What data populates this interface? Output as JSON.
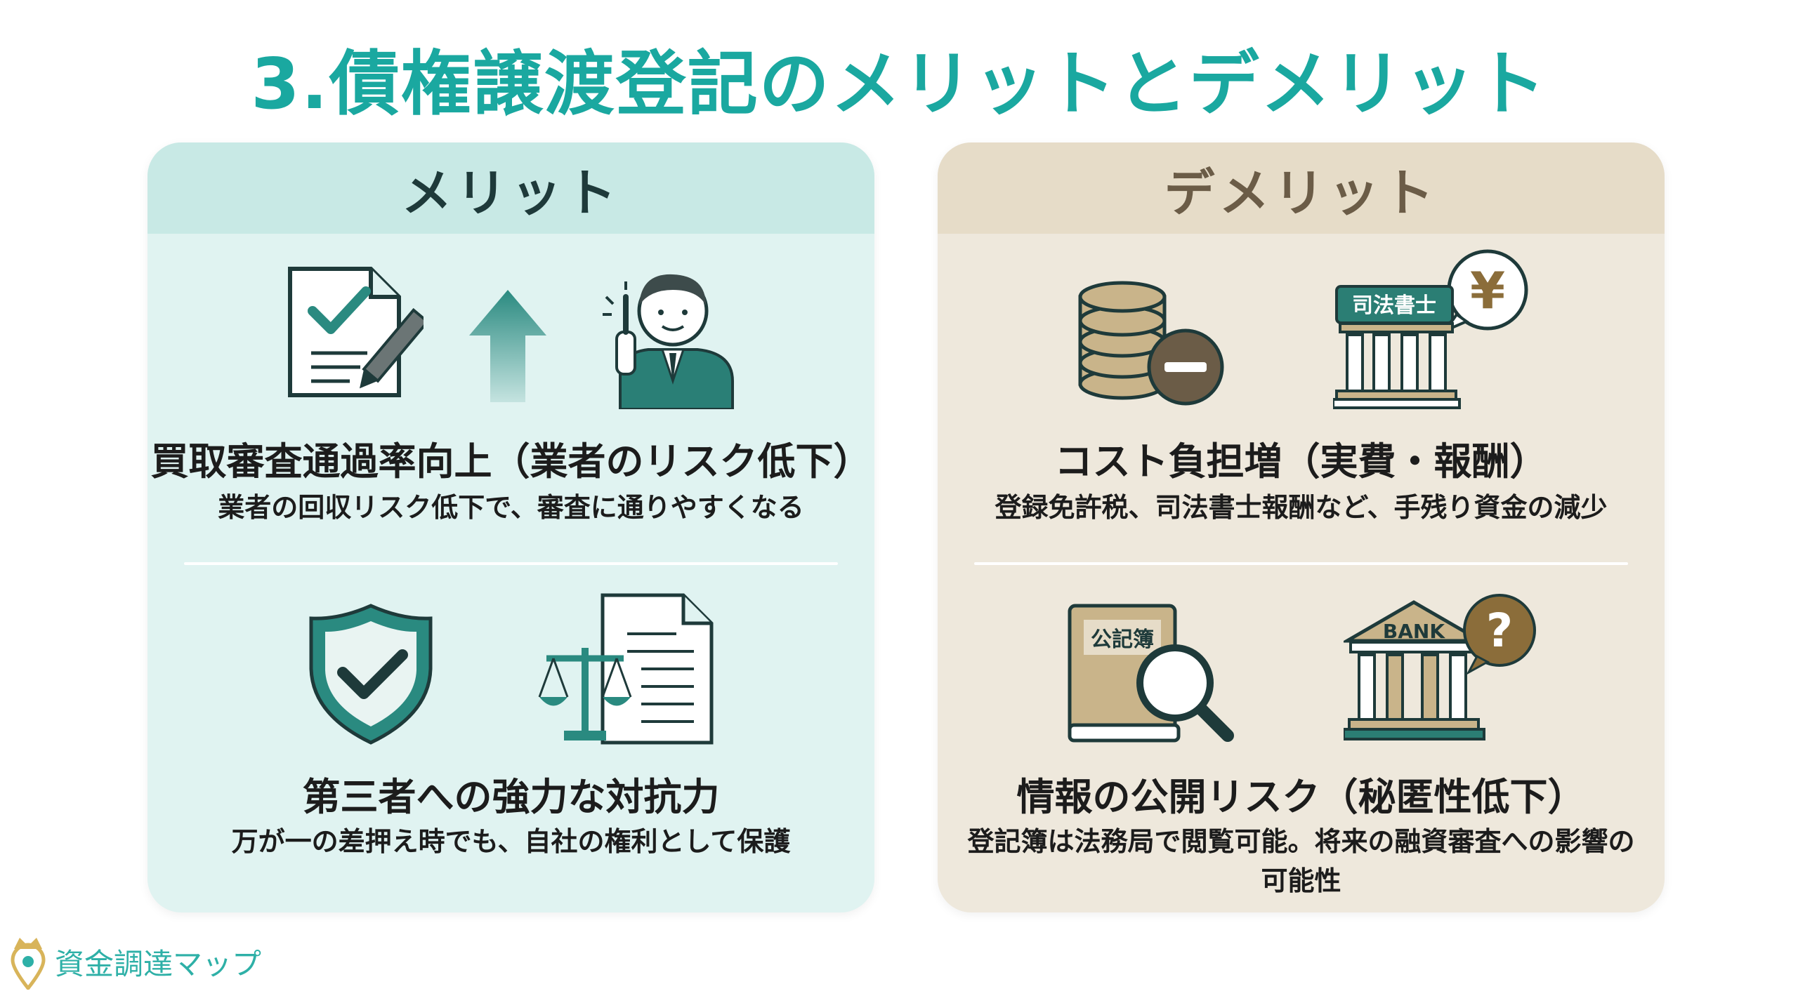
{
  "title": "3.債権譲渡登記のメリットとデメリット",
  "merit": {
    "header": "メリット",
    "items": [
      {
        "heading": "買取審査通過率向上（業者のリスク低下）",
        "description": "業者の回収リスク低下で、審査に通りやすくなる",
        "icons": [
          "checked-document-icon",
          "up-arrow-icon",
          "businessman-pointing-icon"
        ]
      },
      {
        "heading": "第三者への強力な対抗力",
        "description": "万が一の差押え時でも、自社の権利として保護",
        "icons": [
          "shield-check-icon",
          "scales-document-icon"
        ]
      }
    ]
  },
  "demerit": {
    "header": "デメリット",
    "items": [
      {
        "heading": "コスト負担増（実費・報酬）",
        "description": "登録免許税、司法書士報酬など、手残り資金の減少",
        "icons": [
          "coins-minus-icon",
          "scrivener-yen-icon"
        ],
        "icon_labels": {
          "office_sign": "司法書士",
          "currency": "¥"
        }
      },
      {
        "heading": "情報の公開リスク（秘匿性低下）",
        "description": "登記簿は法務局で閲覧可能。将来の融資審査への影響の可能性",
        "icons": [
          "registry-magnifier-icon",
          "bank-question-icon"
        ],
        "icon_labels": {
          "book_label": "公記簿",
          "bank_sign": "BANK",
          "question": "?"
        }
      }
    ]
  },
  "brand": {
    "name": "資金調達マップ",
    "icon": "crown-pin-icon"
  },
  "colors": {
    "accent": "#1aa8a0",
    "merit_bg": "#e0f3f1",
    "merit_header_bg": "#c8e9e5",
    "merit_icon": "#2a8a80",
    "demerit_bg": "#eee8dc",
    "demerit_header_bg": "#e6dcc8",
    "demerit_icon": "#2b7e74",
    "demerit_fill": "#c9b48a"
  }
}
